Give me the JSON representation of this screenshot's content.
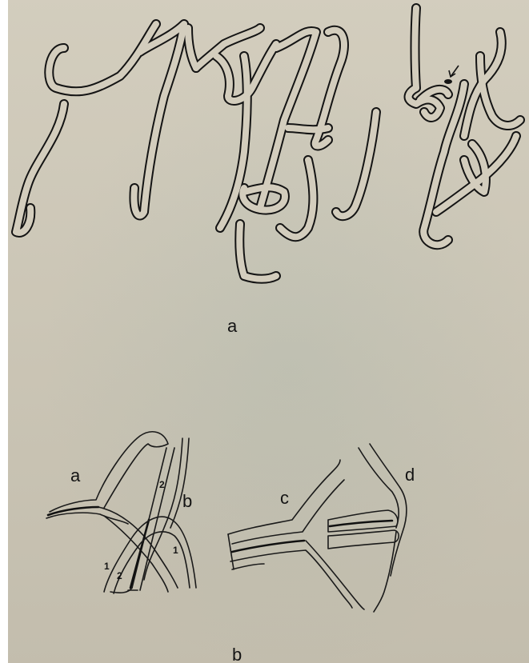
{
  "figure": {
    "panel_a_caption": "a",
    "panel_b_caption": "b"
  },
  "panel_b": {
    "labels": [
      "a",
      "b",
      "c",
      "d"
    ],
    "strand_numbers": [
      "2",
      "1",
      "1",
      "2"
    ]
  },
  "colors": {
    "paper": "#cfc9b8",
    "ink": "#141414"
  }
}
